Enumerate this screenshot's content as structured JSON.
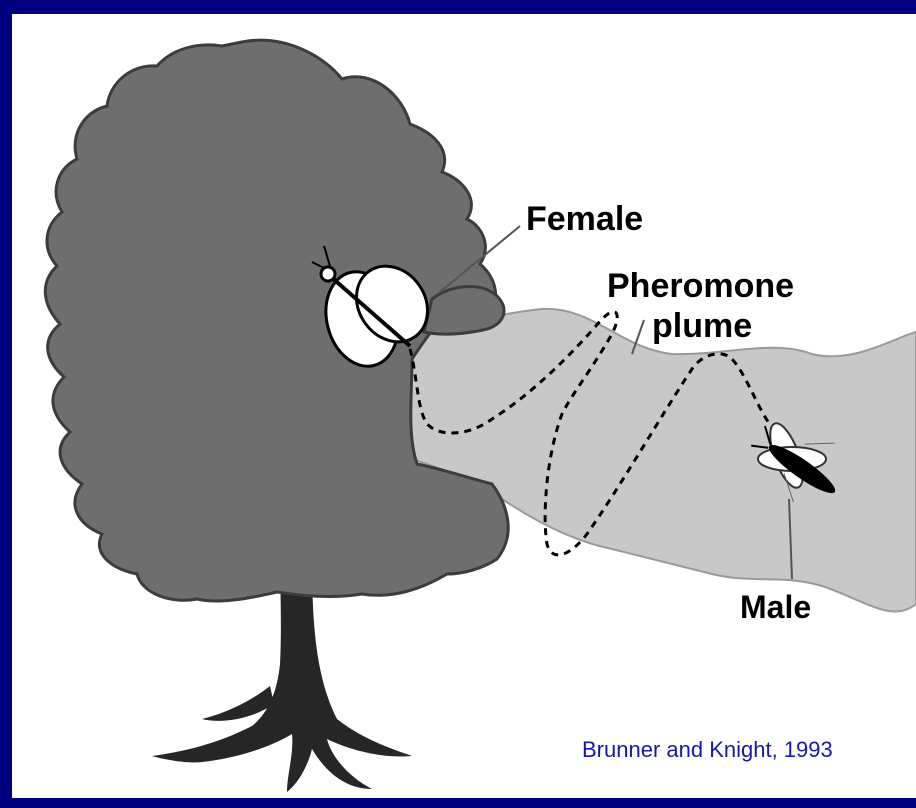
{
  "labels": {
    "female": "Female",
    "pheromone_line1": "Pheromone",
    "pheromone_line2": "plume",
    "male": "Male"
  },
  "citation": "Brunner and Knight, 1993",
  "colors": {
    "border": "#00007f",
    "background": "#ffffff",
    "tree_foliage": "#6e6e6e",
    "tree_trunk": "#262626",
    "plume": "#c8c8c8",
    "citation_text": "#1a1aa0"
  },
  "icons": [
    "tree-icon",
    "female-moth-icon",
    "male-moth-icon"
  ]
}
